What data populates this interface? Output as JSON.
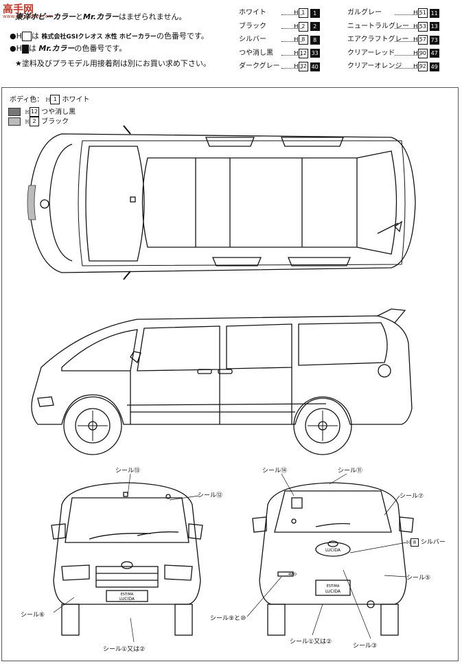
{
  "watermark": "高手网",
  "watermark_sub": "www.mmsodom.com",
  "header": {
    "line1_a": "東洋ホビーカラー",
    "line1_b": "と",
    "line1_c": "Mr.カラー",
    "line1_d": "はまぜられません。",
    "line2_a": "●H",
    "line2_b": "は",
    "line2_c": "株式会社GSIクレオス 水性 ホビーカラー",
    "line2_d": "の色番号です。",
    "line3_a": "●H",
    "line3_b": "は",
    "line3_c": "Mr.カラー",
    "line3_d": "の色番号です。",
    "line4": "★塗料及びプラモデル用接着剤は別にお買い求め下さい。"
  },
  "paints_left": [
    {
      "name": "ホワイト",
      "prefix": "H",
      "w": "1",
      "b": "1"
    },
    {
      "name": "ブラック",
      "prefix": "H",
      "w": "2",
      "b": "2"
    },
    {
      "name": "シルバー",
      "prefix": "H",
      "w": "8",
      "b": "8"
    },
    {
      "name": "つや消し黒",
      "prefix": "H",
      "w": "12",
      "b": "33"
    },
    {
      "name": "ダークグレー",
      "prefix": "H",
      "w": "32",
      "b": "40"
    }
  ],
  "paints_right": [
    {
      "name": "ガルグレー",
      "prefix": "H",
      "w": "51",
      "b": "11"
    },
    {
      "name": "ニュートラルグレー",
      "prefix": "H",
      "w": "53",
      "b": "13"
    },
    {
      "name": "エアクラフトグレー",
      "prefix": "H",
      "w": "57",
      "b": "73"
    },
    {
      "name": "クリアーレッド",
      "prefix": "H",
      "w": "90",
      "b": "47"
    },
    {
      "name": "クリアーオレンジ",
      "prefix": "H",
      "w": "92",
      "b": "49"
    }
  ],
  "legend": {
    "body_label": "ボディ色：",
    "body_code": "1",
    "body_name": "ホワイト",
    "row1_code": "12",
    "row1_name": "つや消し黒",
    "row2_code": "2",
    "row2_name": "ブラック"
  },
  "callouts": {
    "front_top": "シール⑬",
    "front_right": "シール⑫",
    "front_left": "シール⑥",
    "front_bottom": "シール①又は②",
    "rear_top_left": "シール⑭",
    "rear_top_right": "シール⑪",
    "rear_right1": "シール⑦",
    "rear_silver": "シルバー",
    "rear_silver_code": "8",
    "rear_right2": "シール⑤",
    "rear_left": "シール⑨と⑩",
    "rear_bottom1": "シール①又は②",
    "rear_bottom2": "シール③"
  },
  "badges": {
    "estima": "ESTIMA",
    "lucida": "LUCIDA",
    "fourwd": "4WD"
  }
}
